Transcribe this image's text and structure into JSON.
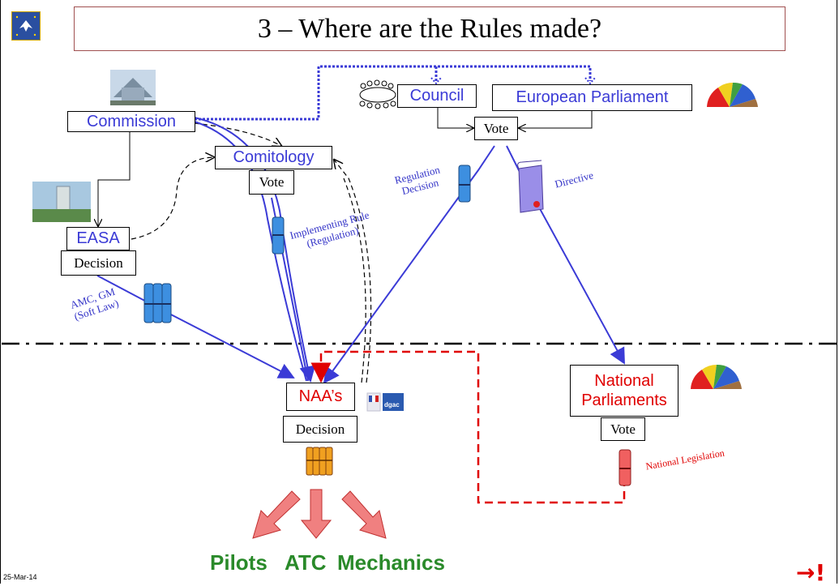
{
  "title": "3 – Where are the Rules made?",
  "nodes": {
    "commission": "Commission",
    "comitology": "Comitology",
    "comitology_vote": "Vote",
    "easa": "EASA",
    "easa_decision": "Decision",
    "council": "Council",
    "european_parliament": "European Parliament",
    "eu_vote": "Vote",
    "naa": "NAA’s",
    "naa_decision": "Decision",
    "national_parliaments_line1": "National",
    "national_parliaments_line2": "Parliaments",
    "national_vote": "Vote"
  },
  "edge_labels": {
    "regulation_line1": "Regulation",
    "regulation_line2": "Decision",
    "directive": "Directive",
    "implementing_line1": "Implementing Rule",
    "implementing_line2": "(Regulation)",
    "amc_line1": "AMC, GM",
    "amc_line2": "(Soft Law)",
    "national_legislation": "National Legislation"
  },
  "audience": [
    "Pilots",
    "ATC",
    "Mechanics"
  ],
  "logo_dgac": "dgac",
  "footer_date": "25-Mar-14",
  "next_symbol": "→!",
  "colors": {
    "blue": "#3b3bd6",
    "red": "#e00000",
    "green": "#2a8a2a",
    "pink_arrow": "#f08080"
  }
}
